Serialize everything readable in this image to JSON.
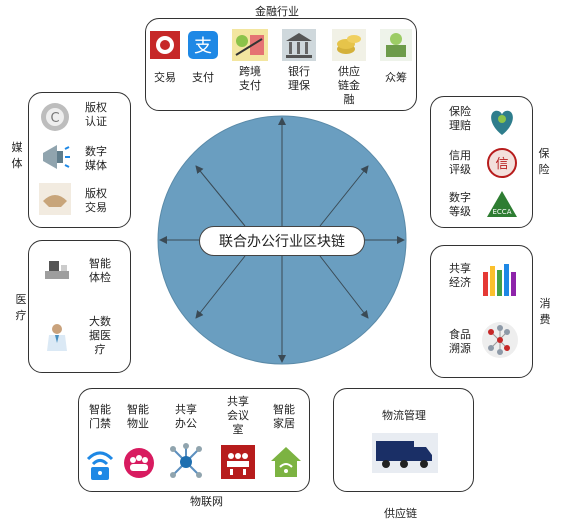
{
  "center": {
    "label": "联合办公行业区块链"
  },
  "finance": {
    "title": "金融行业",
    "items": [
      {
        "label": "交易",
        "icon": "target-coin-icon"
      },
      {
        "label": "支付",
        "icon": "alipay-icon"
      },
      {
        "label": "跨境\n支付",
        "icon": "cross-border-icon"
      },
      {
        "label": "银行\n理保",
        "icon": "bank-icon"
      },
      {
        "label": "供应\n链金\n融",
        "icon": "coins-icon"
      },
      {
        "label": "众筹",
        "icon": "crowdfund-icon"
      }
    ]
  },
  "media": {
    "title": "媒体",
    "items": [
      {
        "label": "版权\n认证",
        "icon": "copyright-icon"
      },
      {
        "label": "数字\n媒体",
        "icon": "megaphone-icon"
      },
      {
        "label": "版权\n交易",
        "icon": "handshake-icon"
      }
    ]
  },
  "medical": {
    "title": "医疗",
    "items": [
      {
        "label": "智能\n体检",
        "icon": "medical-scanner-icon"
      },
      {
        "label": "大数\n据医\n疗",
        "icon": "doctor-icon"
      }
    ]
  },
  "insurance": {
    "title": "保险",
    "items": [
      {
        "label": "保险\n理赔",
        "icon": "heart-shield-icon"
      },
      {
        "label": "信用\n评级",
        "icon": "credit-seal-icon"
      },
      {
        "label": "数字\n等级",
        "icon": "ecca-icon"
      }
    ]
  },
  "consumption": {
    "title": "消费",
    "items": [
      {
        "label": "共享\n经济",
        "icon": "raised-hands-icon"
      },
      {
        "label": "食品\n溯源",
        "icon": "network-icon"
      }
    ]
  },
  "iot": {
    "title": "物联网",
    "items": [
      {
        "label": "智能\n门禁",
        "icon": "wifi-lock-icon"
      },
      {
        "label": "智能\n物业",
        "icon": "people-group-icon"
      },
      {
        "label": "共享\n办公",
        "icon": "hub-icon"
      },
      {
        "label": "共享\n会议\n室",
        "icon": "meeting-room-icon"
      },
      {
        "label": "智能\n家居",
        "icon": "smart-home-icon"
      }
    ]
  },
  "supply": {
    "title": "供应链",
    "item_label": "物流管理",
    "icon": "truck-icon"
  },
  "colors": {
    "circle": "#6a9ec0",
    "arrow": "#3a4a55"
  }
}
